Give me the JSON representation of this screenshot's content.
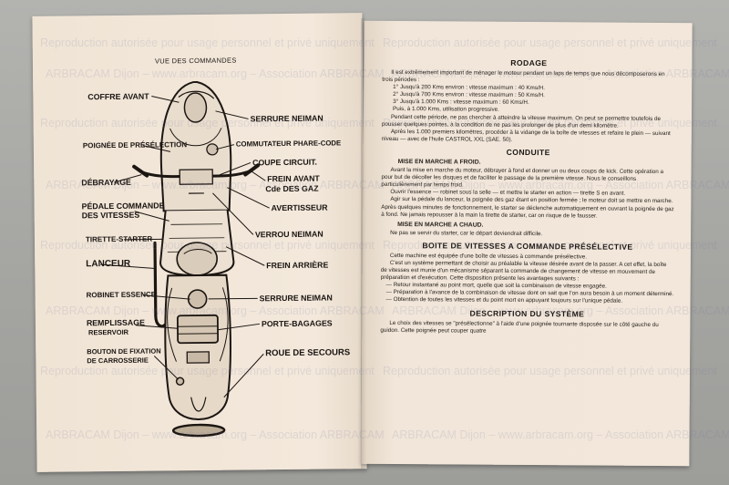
{
  "left_page": {
    "figure_title": "VUE DES COMMANDES",
    "labels": {
      "coffre": "COFFRE AVANT",
      "poignee": "POIGNÉE DE PRÉSÉLECTION",
      "debrayage": "DÉBRAYAGE",
      "pedale1": "PÉDALE COMMANDE",
      "pedale2": "DES VITESSES",
      "tirette": "TIRETTE-STARTER",
      "lanceur": "LANCEUR",
      "robinet": "ROBINET ESSENCE",
      "remplissage1": "REMPLISSAGE",
      "remplissage2": "RESERVOIR",
      "bouton1": "BOUTON DE FIXATION",
      "bouton2": "DE CARROSSERIE",
      "serrure_top": "SERRURE NEIMAN",
      "commutateur": "COMMUTATEUR PHARE-CODE",
      "coupe": "COUPE CIRCUIT.",
      "frein_avant": "FREIN AVANT",
      "cde_gaz": "Cde DES GAZ",
      "avertisseur": "AVERTISSEUR",
      "verrou": "VERROU NEIMAN",
      "frein_arriere": "FREIN ARRIÈRE",
      "serrure_bottom": "SERRURE NEIMAN",
      "porte_bagages": "PORTE-BAGAGES",
      "roue": "ROUE DE SECOURS"
    }
  },
  "right_page": {
    "rodage": {
      "title": "RODAGE",
      "p1": "Il est extrêmement important de ménager le moteur pendant un laps de temps que nous décomposerons en trois périodes :",
      "l1": "1° Jusqu'à 200 Kms environ : vitesse maximum : 40 Kms/H.",
      "l2": "2° Jusqu'à 700 Kms environ : vitesse maximum : 50 Kms/H.",
      "l3": "3° Jusqu'à 1.000 Kms : vitesse maximum : 60 Kms/H.",
      "l4": "Puis, à 1.000 Kms, utilisation progressive.",
      "p2": "Pendant cette période, ne pas chercher à atteindre la vitesse maximum. On peut se permettre toutefois de pousser quelques pointes, à la condition de ne pas les prolonger de plus d'un demi kilomètre.",
      "p3": "Après les 1.000 premiers kilomètres, procéder à la vidange de la boîte de vitesses et refaire le plein — suivant niveau — avec de l'huile CASTROL XXL (SAE. 50)."
    },
    "conduite": {
      "title": "CONDUITE",
      "sub1": "MISE EN MARCHE A FROID.",
      "p1": "Avant la mise en marche du moteur, débrayer à fond et donner un ou deux coups de kick. Cette opération a pour but de décoller les disques et de faciliter le passage de la première vitesse. Nous le conseillons particulièrement par temps froid.",
      "p2": "Ouvrir l'essence — robinet sous la selle — et mettre le starter en action — tirette S en avant.",
      "p3": "Agir sur la pédale du lanceur, la poignée des gaz étant en position fermée ; le moteur doit se mettre en marche. Après quelques minutes de fonctionnement, le starter se déclenche automatiquement en ouvrant la poignée de gaz à fond. Ne jamais repousser à la main la tirette de starter, car on risque de le fausser.",
      "sub2": "MISE EN MARCHE A CHAUD.",
      "p4": "Ne pas se servir du starter, car le départ deviendrait difficile."
    },
    "boite": {
      "title": "BOITE DE VITESSES A COMMANDE PRÉSÉLECTIVE",
      "p1": "Cette machine est équipée d'une boîte de vitesses à commande présélective.",
      "p2": "C'est un système permettant de choisir au préalable la vitesse désirée avant de la passer. A cet effet, la boîte de vitesses est munie d'un mécanisme séparant la commande de changement de vitesse en mouvement de préparation et d'exécution. Cette disposition présente les avantages suivants :",
      "d1": "— Retour instantané au point mort, quelle que soit la combinaison de vitesse engagée.",
      "d2": "— Préparation à l'avance de la combinaison de vitesse dont on sait que l'on aura besoin à un moment déterminé.",
      "d3": "— Obtention de toutes les vitesses et du point mort en appuyant toujours sur l'unique pédale."
    },
    "description": {
      "title": "DESCRIPTION DU SYSTÈME",
      "p1": "Le choix des vitesses se \"présélectionne\" à l'aide d'une poignée tournante disposée sur le côté gauche du guidon. Cette poignée peut couper quatre"
    }
  },
  "watermark": {
    "line1": "Reproduction autorisée pour usage personnel et privé uniquement",
    "line2": "ARBRACAM Dijon – www.arbracam.org – Association ARBRACAM"
  }
}
